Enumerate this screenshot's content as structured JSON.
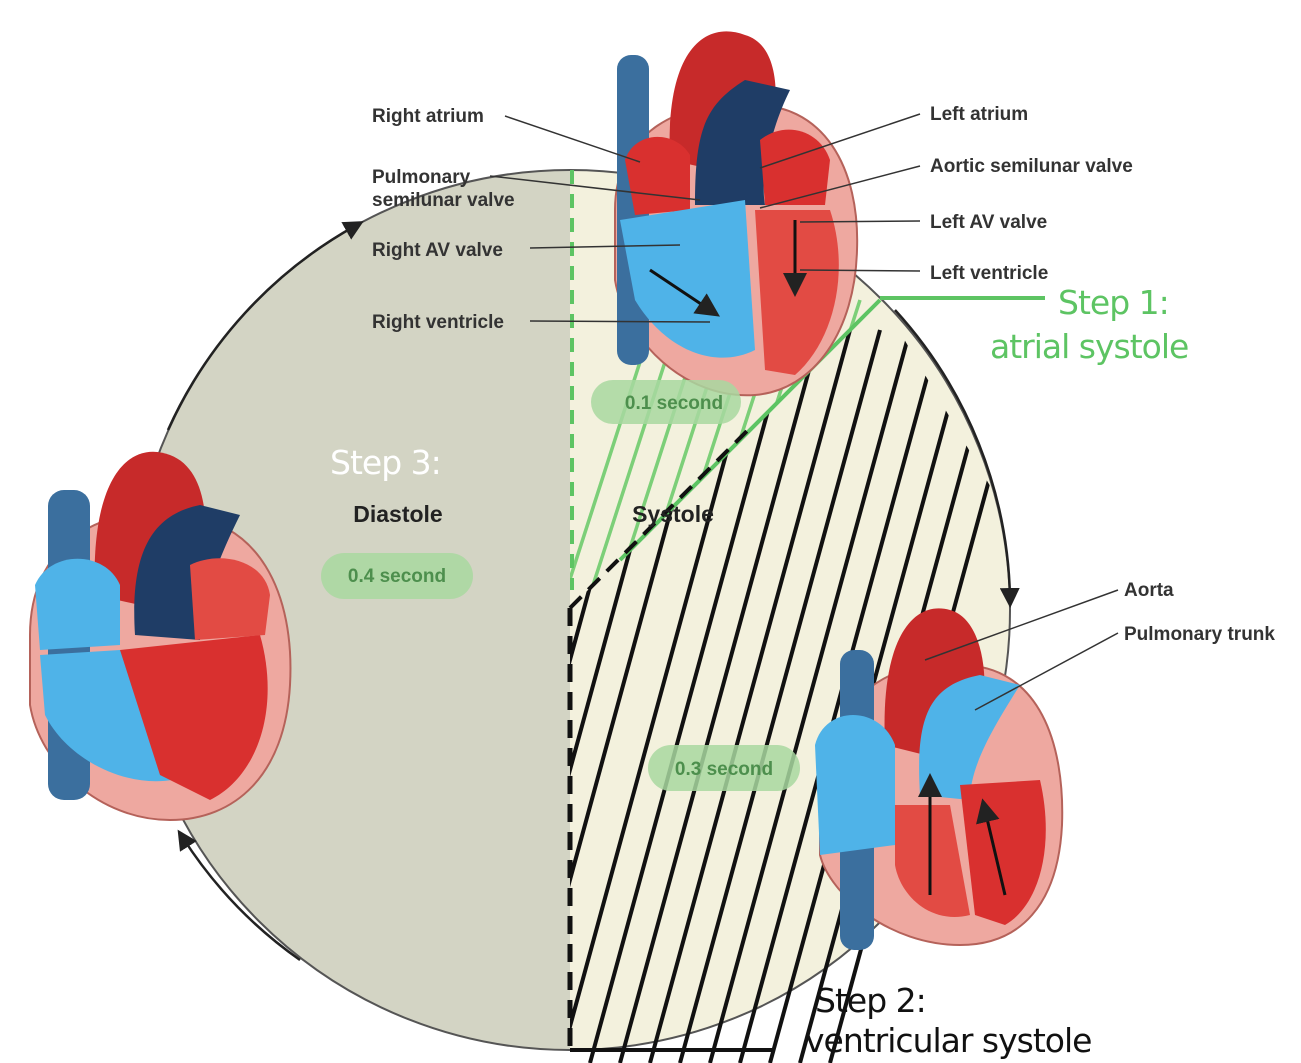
{
  "labels": {
    "right_atrium": "Right atrium",
    "pulmonary_valve_line1": "Pulmonary",
    "pulmonary_valve_line2": "semilunar valve",
    "right_av_valve": "Right AV valve",
    "right_ventricle": "Right ventricle",
    "left_atrium": "Left atrium",
    "aortic_valve": "Aortic semilunar valve",
    "left_av_valve": "Left AV valve",
    "left_ventricle": "Left ventricle",
    "aorta": "Aorta",
    "pulmonary_trunk": "Pulmonary trunk"
  },
  "phases": {
    "diastole": "Diastole",
    "systole": "Systole"
  },
  "durations": {
    "atrial": "0.1 second",
    "diastole": "0.4 second",
    "ventricular": "0.3 second"
  },
  "annotations": {
    "step1_line1": "Step 1:",
    "step1_line2": "atrial systole",
    "step2_line1": "Step 2:",
    "step2_line2": "ventricular systole",
    "step3": "Step 3:"
  },
  "colors": {
    "diastole_fill": "#d3d4c4",
    "systole_fill": "#f3f1dd",
    "annotation_green": "#5dc463",
    "pill_green": "#a8d8a0",
    "oxygenated": "#d9302f",
    "deoxygenated": "#4fb3e8",
    "vein_blue": "#3b6f9e",
    "myocardium": "#eea8a0"
  }
}
